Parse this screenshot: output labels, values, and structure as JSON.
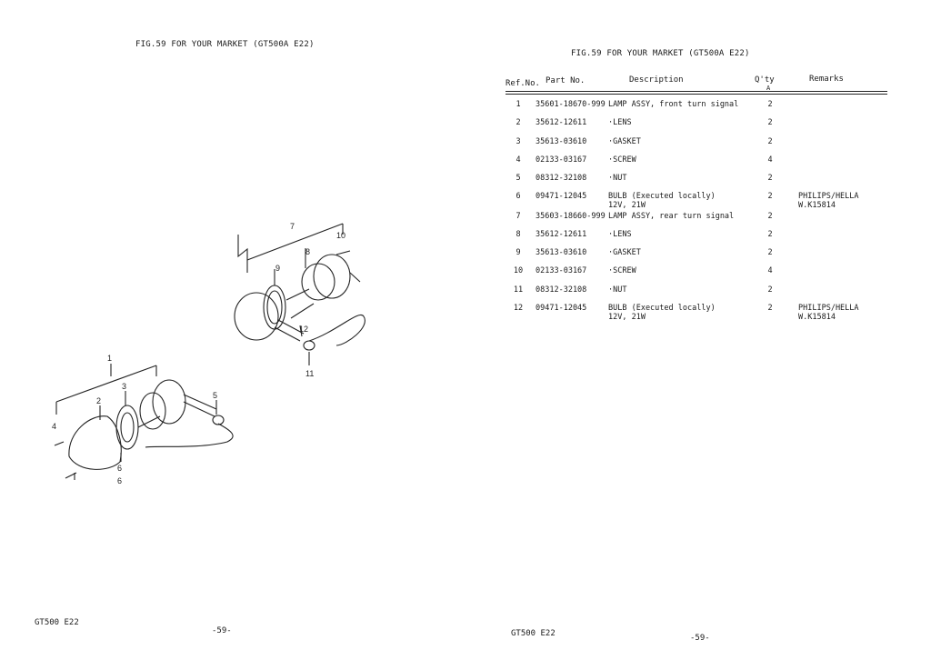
{
  "left_page": {
    "title": "FIG.59  FOR YOUR MARKET (GT500A E22)",
    "footer_model": "GT500 E22",
    "footer_page": "-59-",
    "callouts": [
      "1",
      "2",
      "3",
      "4",
      "5",
      "6",
      "6",
      "7",
      "8",
      "9",
      "10",
      "11",
      "12"
    ]
  },
  "right_page": {
    "title": "FIG.59  FOR YOUR MARKET (GT500A E22)",
    "footer_model": "GT500 E22",
    "footer_page": "-59-",
    "headers": {
      "ref": "Ref.No.",
      "part": "Part   No.",
      "desc": "Description",
      "qty": "Q'ty",
      "qty_sub": "A",
      "remarks": "Remarks"
    },
    "rows": [
      {
        "ref": "1",
        "part": "35601-18670-999",
        "desc": "LAMP ASSY, front turn signal",
        "desc2": "",
        "qty": "2",
        "remarks": "",
        "remarks2": ""
      },
      {
        "ref": "2",
        "part": "35612-12611",
        "desc": "·LENS",
        "desc2": "",
        "qty": "2",
        "remarks": "",
        "remarks2": ""
      },
      {
        "ref": "3",
        "part": "35613-03610",
        "desc": "·GASKET",
        "desc2": "",
        "qty": "2",
        "remarks": "",
        "remarks2": ""
      },
      {
        "ref": "4",
        "part": "02133-03167",
        "desc": "·SCREW",
        "desc2": "",
        "qty": "4",
        "remarks": "",
        "remarks2": ""
      },
      {
        "ref": "5",
        "part": "08312-32108",
        "desc": "·NUT",
        "desc2": "",
        "qty": "2",
        "remarks": "",
        "remarks2": ""
      },
      {
        "ref": "6",
        "part": "09471-12045",
        "desc": "BULB (Executed locally)",
        "desc2": "12V, 21W",
        "qty": "2",
        "remarks": "PHILIPS/HELLA",
        "remarks2": "W.K15814"
      },
      {
        "ref": "7",
        "part": "35603-18660-999",
        "desc": "LAMP ASSY, rear turn signal",
        "desc2": "",
        "qty": "2",
        "remarks": "",
        "remarks2": ""
      },
      {
        "ref": "8",
        "part": "35612-12611",
        "desc": "·LENS",
        "desc2": "",
        "qty": "2",
        "remarks": "",
        "remarks2": ""
      },
      {
        "ref": "9",
        "part": "35613-03610",
        "desc": "·GASKET",
        "desc2": "",
        "qty": "2",
        "remarks": "",
        "remarks2": ""
      },
      {
        "ref": "10",
        "part": "02133-03167",
        "desc": "·SCREW",
        "desc2": "",
        "qty": "4",
        "remarks": "",
        "remarks2": ""
      },
      {
        "ref": "11",
        "part": "08312-32108",
        "desc": "·NUT",
        "desc2": "",
        "qty": "2",
        "remarks": "",
        "remarks2": ""
      },
      {
        "ref": "12",
        "part": "09471-12045",
        "desc": "BULB (Executed locally)",
        "desc2": "12V, 21W",
        "qty": "2",
        "remarks": "PHILIPS/HELLA",
        "remarks2": "W.K15814"
      }
    ]
  }
}
